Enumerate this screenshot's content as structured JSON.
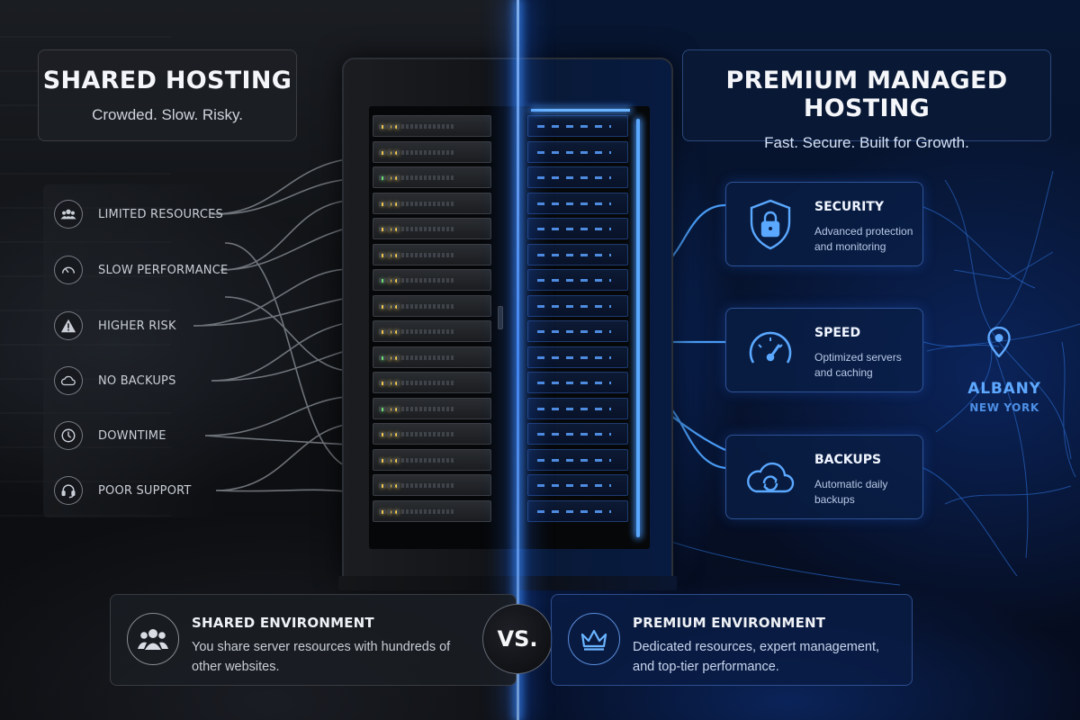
{
  "left_card": {
    "title": "SHARED HOSTING",
    "subtitle": "Crowded. Slow. Risky."
  },
  "right_card": {
    "title": "PREMIUM MANAGED HOSTING",
    "subtitle": "Fast. Secure. Built for Growth."
  },
  "issues": [
    {
      "label": "LIMITED RESOURCES",
      "icon": "users-icon"
    },
    {
      "label": "SLOW PERFORMANCE",
      "icon": "gauge-icon"
    },
    {
      "label": "HIGHER RISK",
      "icon": "warning-icon"
    },
    {
      "label": "NO BACKUPS",
      "icon": "cloud-icon"
    },
    {
      "label": "DOWNTIME",
      "icon": "clock-icon"
    },
    {
      "label": "POOR SUPPORT",
      "icon": "headset-icon"
    }
  ],
  "features": [
    {
      "title": "SECURITY",
      "description": "Advanced protection and monitoring",
      "icon": "shield-lock-icon"
    },
    {
      "title": "SPEED",
      "description": "Optimized servers and caching",
      "icon": "speedometer-icon"
    },
    {
      "title": "BACKUPS",
      "description": "Automatic daily backups",
      "icon": "cloud-sync-icon"
    }
  ],
  "location": {
    "city": "ALBANY",
    "state": "NEW YORK",
    "icon": "map-pin-icon"
  },
  "comparison": {
    "left": {
      "title": "SHARED ENVIRONMENT",
      "text": "You share server resources with hundreds of other websites.",
      "icon": "group-icon"
    },
    "vs": "VS.",
    "right": {
      "title": "PREMIUM ENVIRONMENT",
      "text": "Dedicated resources, expert management, and top-tier performance.",
      "icon": "crown-icon"
    }
  },
  "colors": {
    "accent_blue": "#3b8dff",
    "dark_panel": "#1c1f24",
    "led_yellow": "#f2c94c",
    "led_green": "#6fe06f"
  }
}
